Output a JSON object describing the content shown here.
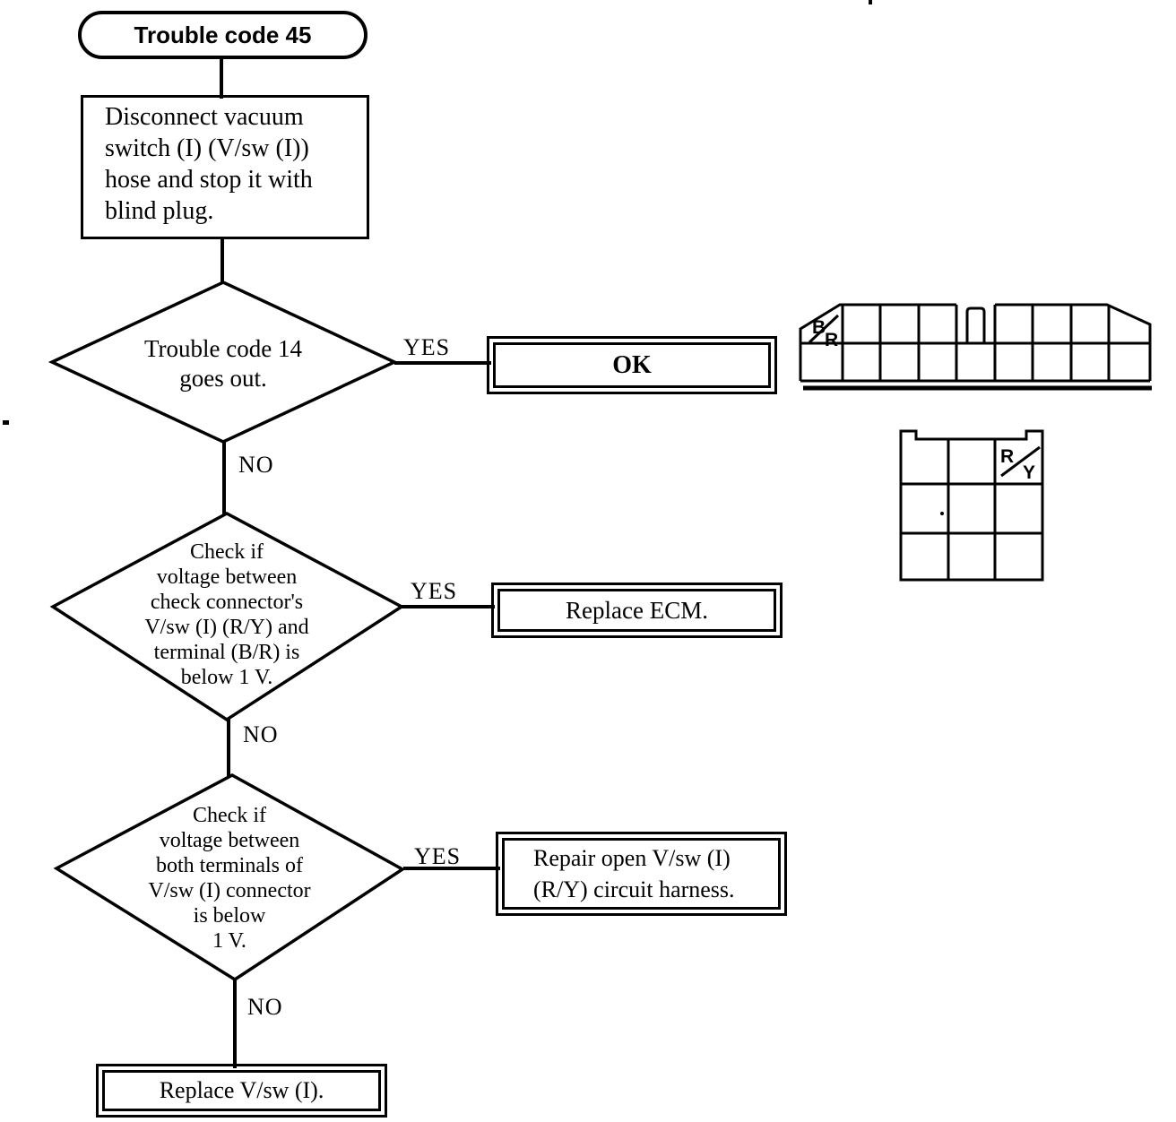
{
  "colors": {
    "ink": "#000000",
    "paper": "#ffffff"
  },
  "flowchart": {
    "start": {
      "label": "Trouble code 45"
    },
    "step_disconnect": {
      "text": "Disconnect vacuum\nswitch (I) (V/sw (I))\nhose and stop it with\nblind plug."
    },
    "decision_code14": {
      "text": "Trouble code 14\ngoes out.",
      "yes": "YES",
      "no": "NO"
    },
    "result_ok": {
      "label": "OK"
    },
    "decision_check_voltage": {
      "text": "Check if\nvoltage between\ncheck connector's\nV/sw (I) (R/Y) and\nterminal (B/R) is\nbelow 1 V.",
      "yes": "YES",
      "no": "NO"
    },
    "result_ecm": {
      "label": "Replace ECM."
    },
    "decision_vsw_voltage": {
      "text": "Check if\nvoltage between\nboth terminals of\nV/sw (I) connector\nis below\n1 V.",
      "yes": "YES",
      "no": "NO"
    },
    "result_repair": {
      "text": "Repair open V/sw (I)\n(R/Y) circuit harness."
    },
    "result_replace_vsw": {
      "label": "Replace V/sw (I)."
    }
  },
  "connector_diagrams": {
    "check_connector": {
      "wire_top": "B",
      "wire_bottom": "R"
    },
    "vsw_connector": {
      "wire_top": "R",
      "wire_bottom": "Y"
    }
  }
}
